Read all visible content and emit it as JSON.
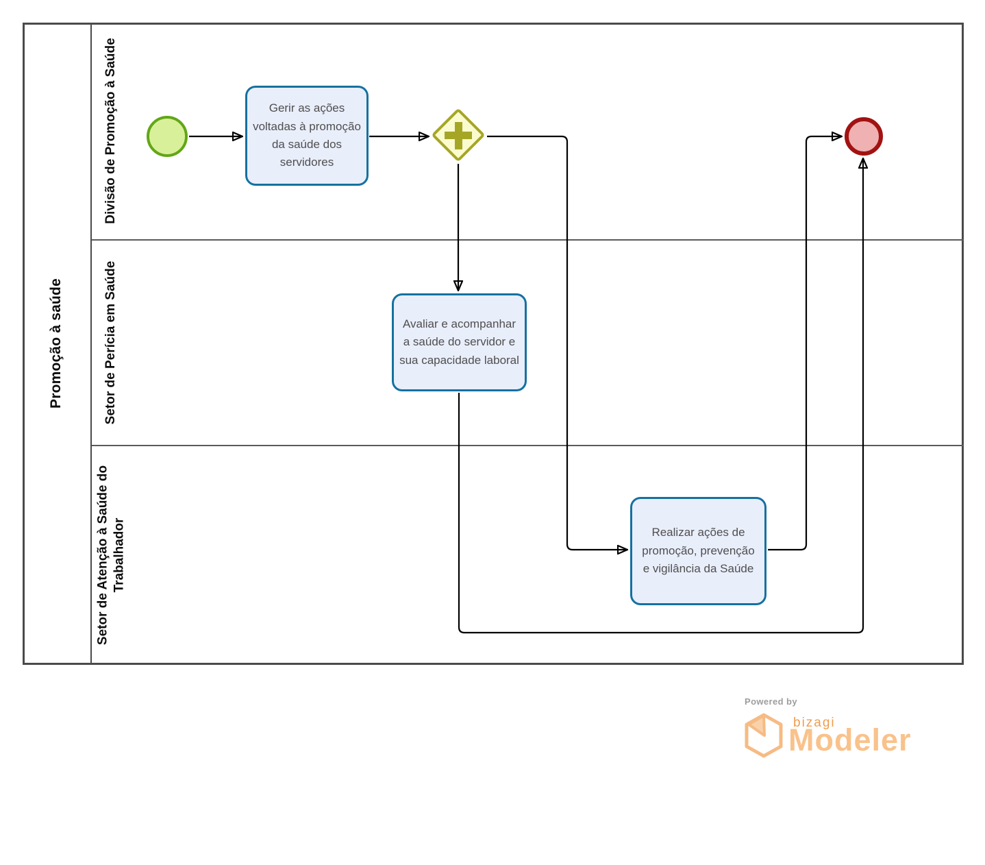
{
  "diagram": {
    "pool": {
      "title": "Promoção à saúde",
      "lanes": [
        {
          "label": "Divisão de Promoção à Saúde"
        },
        {
          "label": "Setor de Perícia em Saúde"
        },
        {
          "label": "Setor de Atenção à Saúde do Trabalhador"
        }
      ]
    },
    "nodes": {
      "start_event": {
        "type": "start-event",
        "border_color": "#62a716",
        "fill_color": "#d9f09b"
      },
      "task_gerir": {
        "label": "Gerir as ações voltadas à promoção da saúde dos servidores"
      },
      "gateway": {
        "type": "parallel-gateway",
        "icon": "plus-icon",
        "border_color": "#a6a626",
        "fill_color": "#fbfbd0"
      },
      "task_avaliar": {
        "label": "Avaliar e acompanhar a saúde do servidor e sua capacidade laboral"
      },
      "task_realizar": {
        "label": "Realizar ações de promoção, prevenção e vigilância da Saúde"
      },
      "end_event": {
        "type": "end-event",
        "border_color": "#a21212",
        "fill_color": "#efb1b1"
      }
    },
    "style": {
      "task_border": "#15719f",
      "task_fill": "#e9eefb",
      "task_text": "#4f4f4f",
      "connector_color": "#000000",
      "pool_border": "#4a4a4a"
    }
  },
  "footer": {
    "powered_by": "Powered by",
    "brand": "bizagi",
    "product": "Modeler",
    "brand_color": "#ef9d4e",
    "product_color": "#f9c28b",
    "logo_icon": "bizagi-hexagon-icon"
  }
}
